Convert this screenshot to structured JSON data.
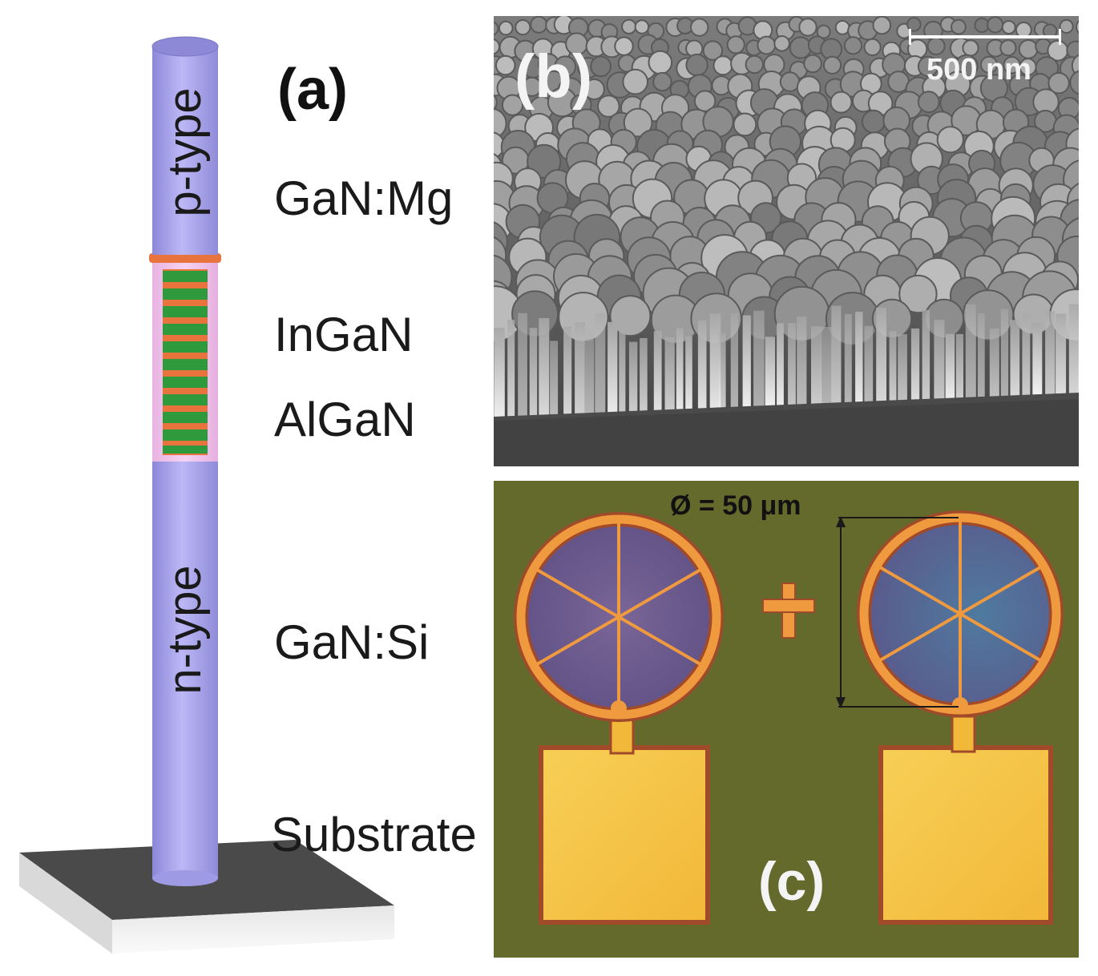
{
  "panel_a": {
    "panel_label": "(a)",
    "top_segment_label": "p-type",
    "bottom_segment_label": "n-type",
    "layer_labels": {
      "p_layer": "GaN:Mg",
      "well": "InGaN",
      "barrier": "AlGaN",
      "n_layer": "GaN:Si",
      "substrate": "Substrate"
    },
    "colors": {
      "rod": "#b4b0f0",
      "shell": "#f2c6ee",
      "well": "#2e9a3c",
      "barrier": "#e8733c",
      "substrate_top": "#4a4a4a"
    }
  },
  "panel_b": {
    "panel_label": "(b)",
    "scale_bar_label": "500 nm"
  },
  "panel_c": {
    "panel_label": "(c)",
    "diameter_label": "Ø = 50 μm",
    "colors": {
      "background": "#64692c",
      "contact_ring": "#e8913a",
      "pad": "#f4c54a",
      "mesa": "#6f5a88"
    }
  }
}
